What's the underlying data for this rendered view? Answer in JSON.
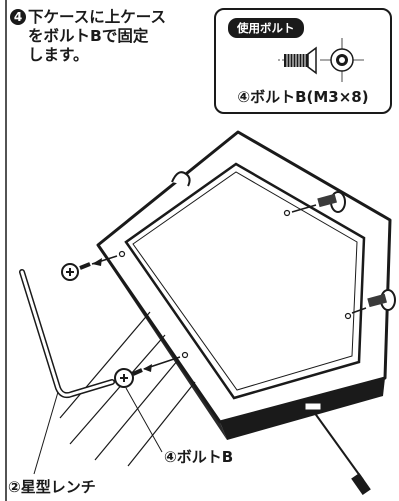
{
  "step": {
    "number": "4",
    "line1": "下ケースに上ケース",
    "line2": "をボルトBで固定",
    "line3": "します。"
  },
  "spec_box": {
    "tag": "使用ボルト",
    "label": "④ボルトB(M3×8)"
  },
  "callouts": {
    "bolt": "④ボルトB",
    "wrench": "②星型レンチ"
  },
  "colors": {
    "ink": "#1a1a1a",
    "panel_fill": "#ffffff",
    "shadow": "#3a3a3a"
  },
  "icons": [
    "flat-head-bolt-icon",
    "torx-head-icon",
    "hex-key-wrench-icon",
    "power-cable-icon"
  ]
}
